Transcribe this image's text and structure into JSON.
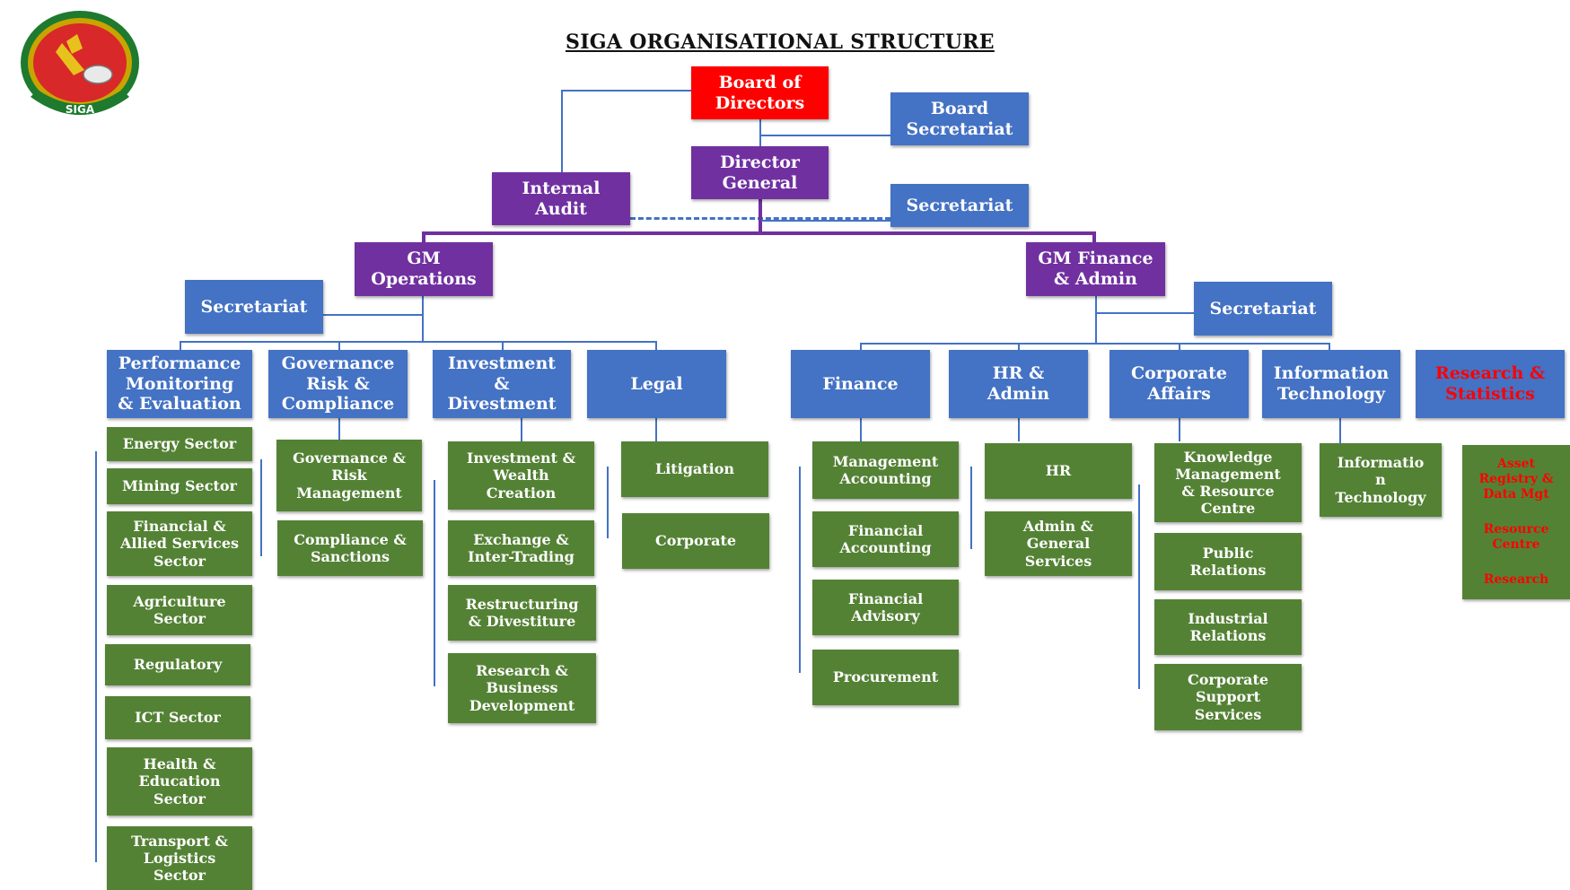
{
  "title": "SIGA ORGANISATIONAL STRUCTURE",
  "logo": {
    "icon": "siga-logo-emblem",
    "text": "SIGA"
  },
  "colors": {
    "red": "#ff0000",
    "purple": "#7030a0",
    "blue": "#4472c4",
    "green": "#548235"
  },
  "top": {
    "board": "Board of\nDirectors",
    "board_secretariat": "Board\nSecretariat",
    "director_general": "Director\nGeneral",
    "internal_audit": "Internal\nAudit",
    "dg_secretariat": "Secretariat"
  },
  "gm_operations": {
    "label": "GM\nOperations",
    "secretariat": "Secretariat",
    "departments": [
      {
        "label": "Performance\nMonitoring\n& Evaluation",
        "units": [
          "Energy Sector",
          "Mining Sector",
          "Financial &\nAllied Services\nSector",
          "Agriculture\nSector",
          "Regulatory",
          "ICT Sector",
          "Health &\nEducation\nSector",
          "Transport &\nLogistics\nSector"
        ]
      },
      {
        "label": "Governance\nRisk &\nCompliance",
        "units": [
          "Governance &\nRisk\nManagement",
          "Compliance &\nSanctions"
        ]
      },
      {
        "label": "Investment\n&\nDivestment",
        "units": [
          "Investment &\nWealth\nCreation",
          "Exchange &\nInter-Trading",
          "Restructuring\n& Divestiture",
          "Research &\nBusiness\nDevelopment"
        ]
      },
      {
        "label": "Legal",
        "units": [
          "Litigation",
          "Corporate"
        ]
      }
    ]
  },
  "gm_finance": {
    "label": "GM Finance\n& Admin",
    "secretariat": "Secretariat",
    "departments": [
      {
        "label": "Finance",
        "units": [
          "Management\nAccounting",
          "Financial\nAccounting",
          "Financial\nAdvisory",
          "Procurement"
        ]
      },
      {
        "label": "HR &\nAdmin",
        "units": [
          "HR",
          "Admin &\nGeneral\nServices"
        ]
      },
      {
        "label": "Corporate\nAffairs",
        "units": [
          "Knowledge\nManagement\n& Resource\nCentre",
          "Public\nRelations",
          "Industrial\nRelations",
          "Corporate\nSupport\nServices"
        ]
      },
      {
        "label": "Information\nTechnology",
        "units": [
          "Informatio\nn\nTechnology"
        ]
      },
      {
        "label": "Research &\nStatistics",
        "units": [
          "Asset\nRegistry &\nData Mgt",
          "Resource\nCentre",
          "Research"
        ]
      }
    ]
  }
}
